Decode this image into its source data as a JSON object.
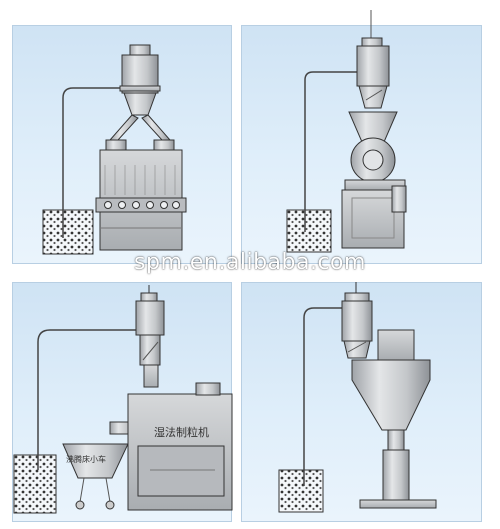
{
  "watermark": "spm.en.alibaba.com",
  "labels": {
    "granulator": "湿法制粒机",
    "cart": "沸腾床小车"
  },
  "colors": {
    "panel_bg": "#dbeaf7",
    "machine": "#c7c9cc",
    "line": "#333333"
  }
}
